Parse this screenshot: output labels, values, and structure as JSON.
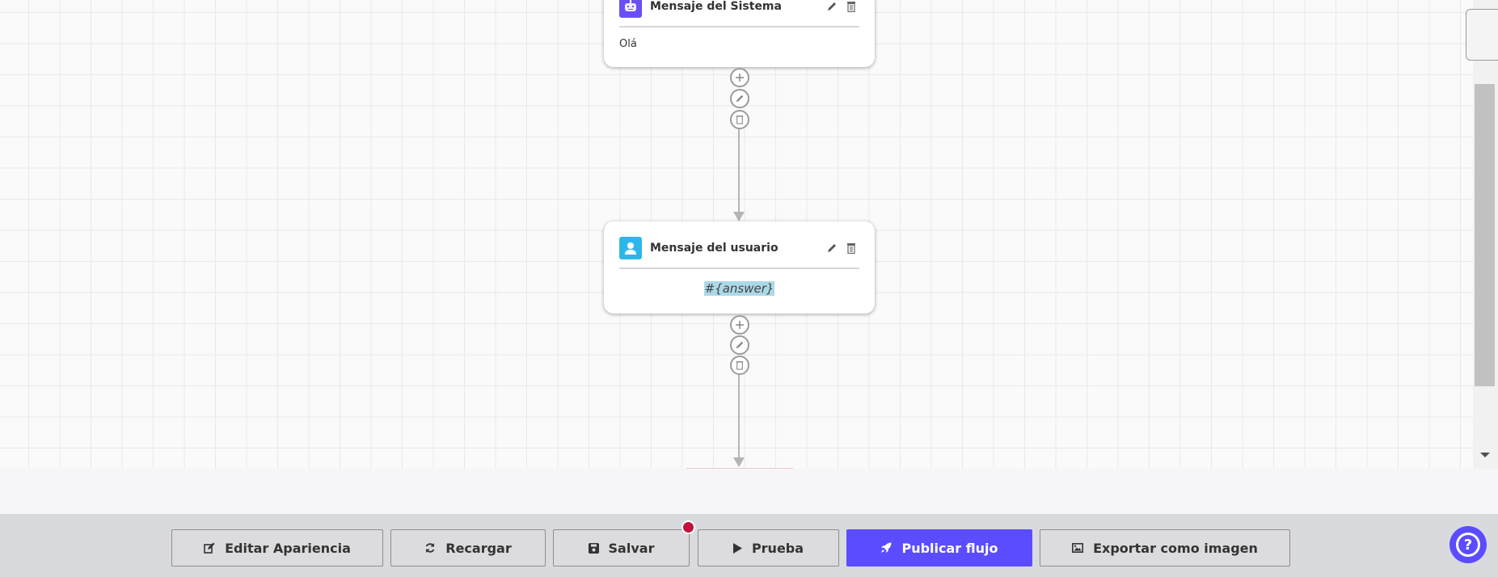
{
  "nodes": [
    {
      "type": "system",
      "title": "Mensaje del Sistema",
      "content": "Olá",
      "icon": "robot-icon",
      "icon_color": "#6b4ef5"
    },
    {
      "type": "user",
      "title": "Mensaje del usuario",
      "content": "#{answer}",
      "icon": "user-icon",
      "icon_color": "#2bb8e8"
    }
  ],
  "toolbar": {
    "buttons": [
      {
        "label": "Editar Apariencia",
        "icon": "edit-icon"
      },
      {
        "label": "Recargar",
        "icon": "refresh-icon"
      },
      {
        "label": "Salvar",
        "icon": "save-icon",
        "has_unsaved_badge": true
      },
      {
        "label": "Prueba",
        "icon": "play-icon"
      },
      {
        "label": "Publicar flujo",
        "icon": "rocket-icon",
        "primary": true
      },
      {
        "label": "Exportar como imagen",
        "icon": "image-icon"
      }
    ],
    "help_icon": "help-icon",
    "accent": "#5b4cff",
    "badge_color": "#c0143c"
  }
}
